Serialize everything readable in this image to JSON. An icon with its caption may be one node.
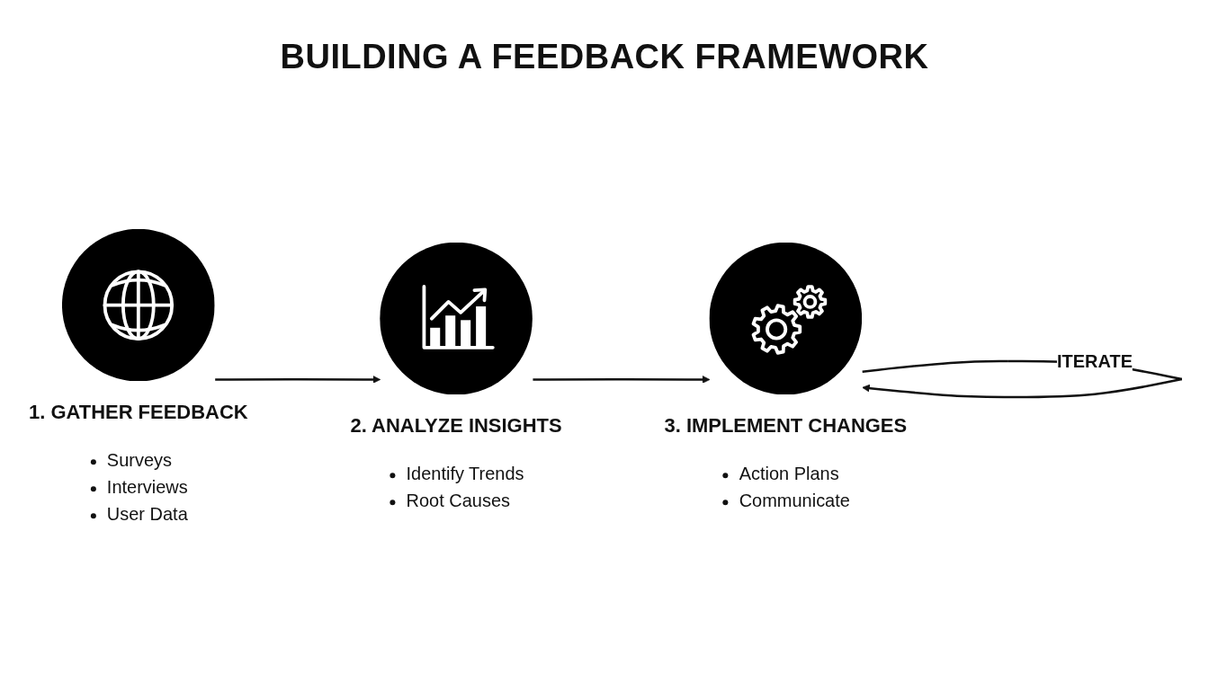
{
  "diagram": {
    "title": "BUILDING A FEEDBACK FRAMEWORK",
    "nodes": [
      {
        "text": [
          "1. GATHER FEEDBACK",
          "Surveys",
          "Interviews",
          "User Data"
        ]
      },
      {
        "text": [
          "2. ANALYZE INSIGHTS",
          "Identify Trends",
          "Root Causes"
        ]
      },
      {
        "text": [
          "3. IMPLEMENT CHANGES",
          "Action Plans",
          "Communicate"
        ]
      }
    ],
    "edges": [
      {
        "from": 0,
        "to": 1,
        "arrow": "to"
      },
      {
        "from": 1,
        "to": 2,
        "arrow": "to"
      },
      {
        "from": 2,
        "to": 2,
        "arrow": "to",
        "label": "ITERATE"
      }
    ]
  }
}
